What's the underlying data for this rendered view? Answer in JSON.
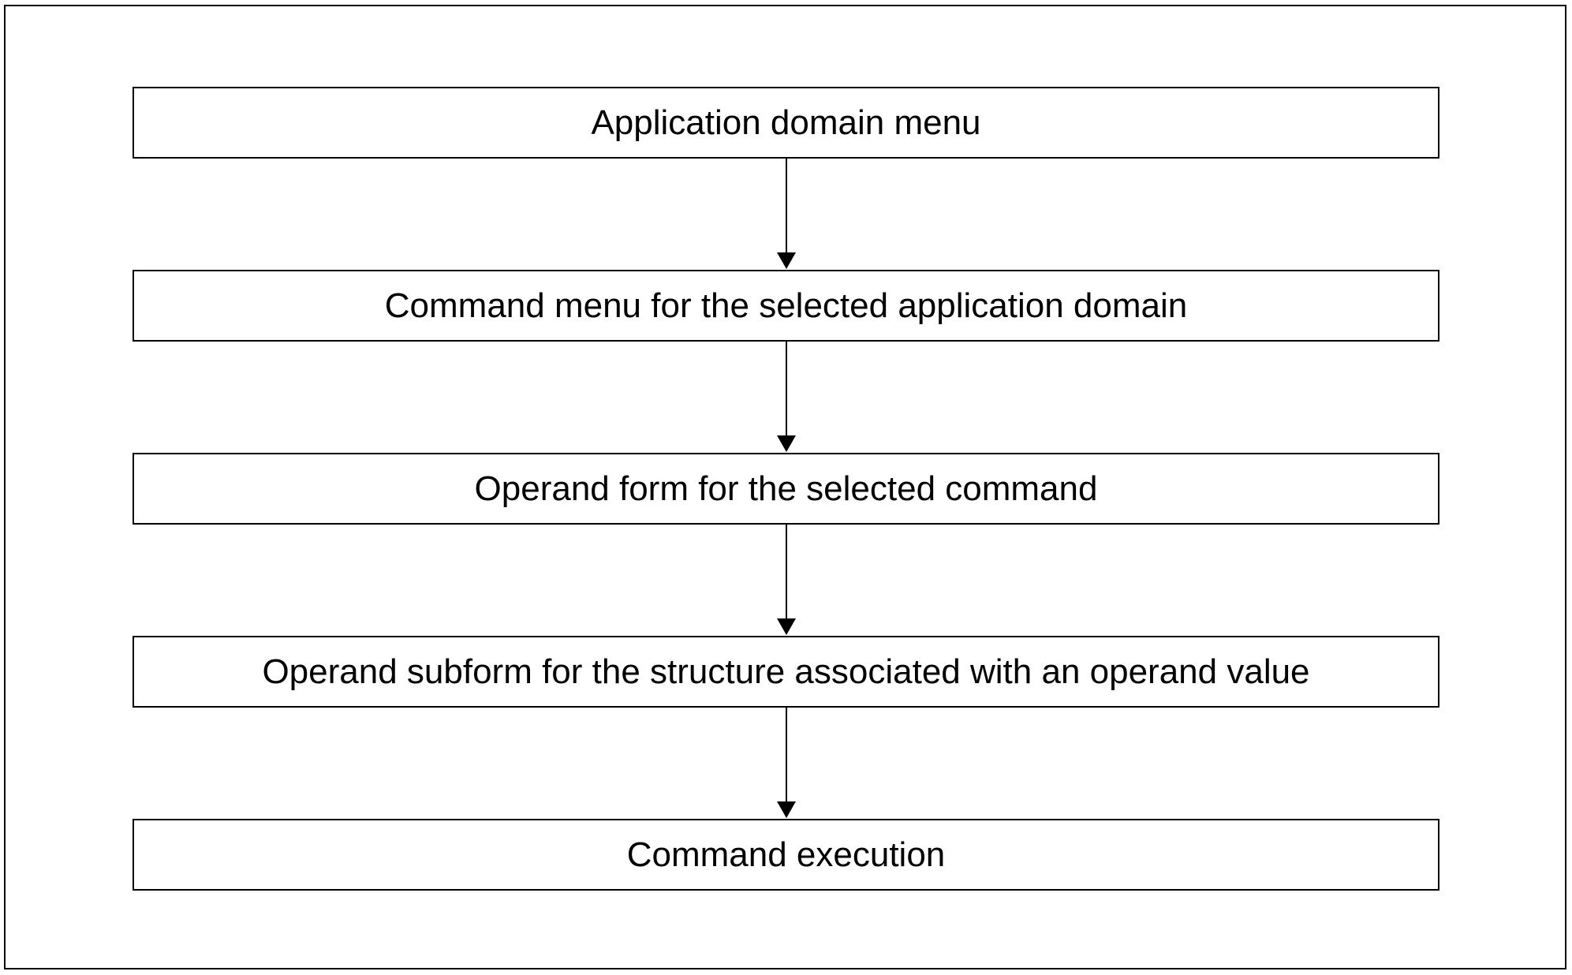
{
  "diagram": {
    "steps": [
      {
        "label": "Application domain menu"
      },
      {
        "label": "Command menu for the selected application domain"
      },
      {
        "label": "Operand form for the selected command"
      },
      {
        "label": "Operand subform for the structure associated with an operand value"
      },
      {
        "label": "Command execution"
      }
    ]
  }
}
